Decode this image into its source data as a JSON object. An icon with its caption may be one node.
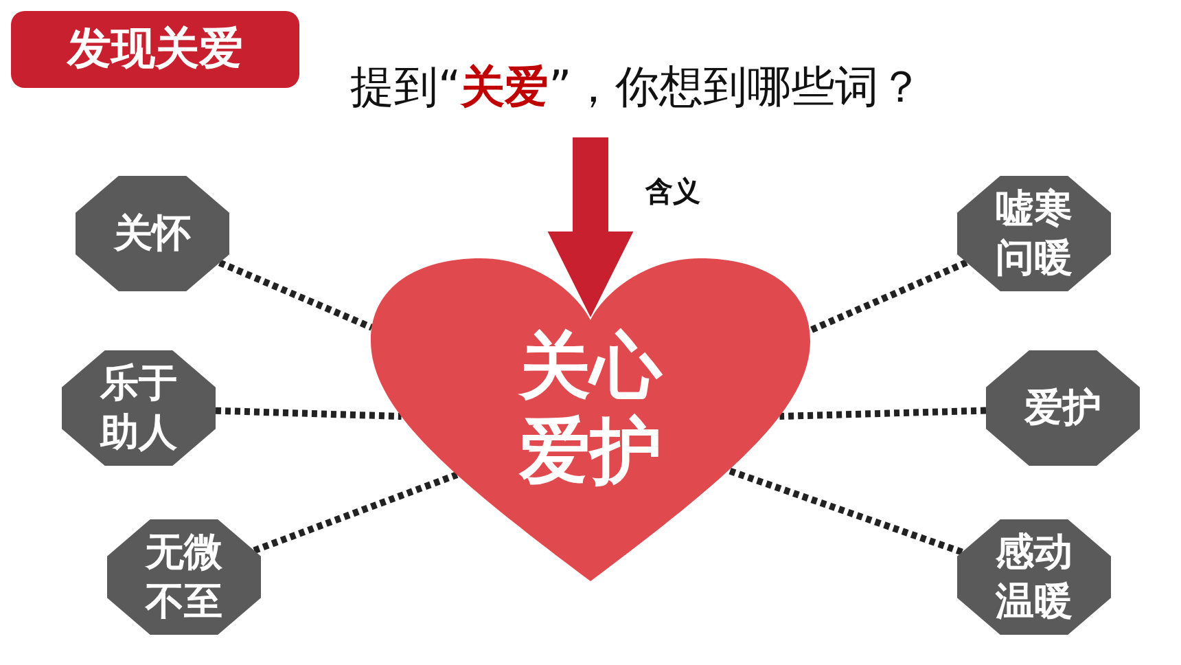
{
  "diagram": {
    "title": "发现关爱",
    "nodes": [
      {
        "text": [
          "提到“**关爱**”，你想到哪些词？"
        ]
      },
      {
        "text": [
          "关心爱护"
        ]
      },
      {
        "text": [
          "关怀"
        ]
      },
      {
        "text": [
          "乐于助人"
        ]
      },
      {
        "text": [
          "无微不至"
        ]
      },
      {
        "text": [
          "嘘寒问暖"
        ]
      },
      {
        "text": [
          "爱护"
        ]
      },
      {
        "text": [
          "感动温暖"
        ]
      }
    ],
    "edges": [
      {
        "from": 0,
        "to": 1,
        "arrow": "to",
        "label": "含义",
        "style": "thick",
        "color": "#c8202f"
      },
      {
        "from": 2,
        "to": 1,
        "arrow": "none",
        "style": "dashed"
      },
      {
        "from": 3,
        "to": 1,
        "arrow": "none",
        "style": "dashed"
      },
      {
        "from": 4,
        "to": 1,
        "arrow": "none",
        "style": "dashed"
      },
      {
        "from": 5,
        "to": 1,
        "arrow": "none",
        "style": "dashed"
      },
      {
        "from": 6,
        "to": 1,
        "arrow": "none",
        "style": "dashed"
      },
      {
        "from": 7,
        "to": 1,
        "arrow": "none",
        "style": "dashed"
      }
    ]
  }
}
